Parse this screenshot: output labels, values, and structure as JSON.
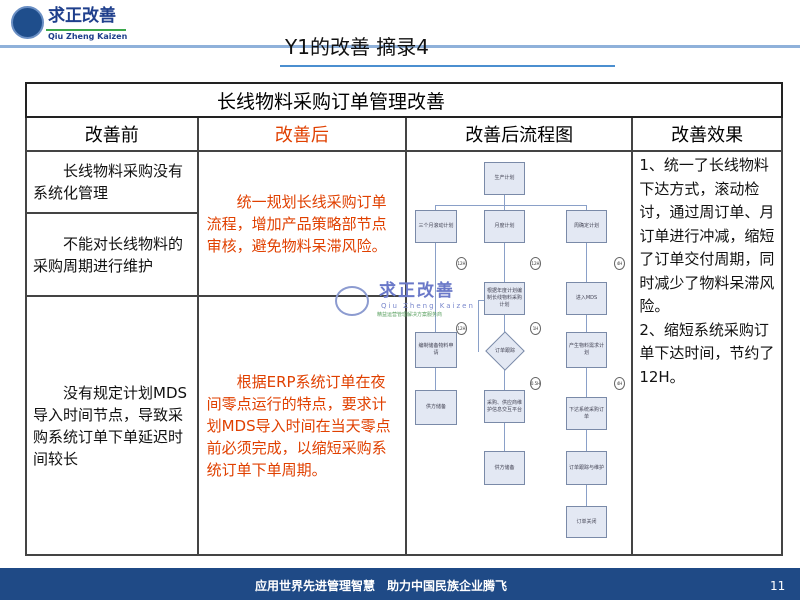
{
  "logo": {
    "cn": "求正改善",
    "en": "Qiu Zheng Kaizen"
  },
  "slide_title": "Y1的改善 摘录4",
  "table": {
    "title": "长线物料采购订单管理改善",
    "headers": [
      "改善前",
      "改善后",
      "改善后流程图",
      "改善效果"
    ],
    "before": [
      "长线物料采购没有系统化管理",
      "不能对长线物料的采购周期进行维护",
      "没有规定计划MDS导入时间节点，导致采购系统订单下单延迟时间较长"
    ],
    "after": [
      "统一规划长线采购订单流程，增加产品策略部节点审核，避免物料呆滞风险。",
      "根据ERP系统订单在夜间零点运行的特点，要求计划MDS导入时间在当天零点前必须完成，以缩短采购系统订单下单周期。"
    ],
    "effect": [
      "1、统一了长线物料下达方式，滚动检讨，通过周订单、月订单进行冲减，缩短了订单交付周期，同时减少了物料呆滞风险。",
      "2、缩短系统采购订单下达时间，节约了12H。"
    ]
  },
  "flowchart": {
    "boxes": [
      "生产计划",
      "三个月滚动计划",
      "月度计划",
      "周确定计划",
      "编制储备物料申请",
      "根据年度计划编制长线物料采购计划",
      "进入MDS",
      "订单跟踪",
      "产生物料需求计划",
      "供方储备",
      "采购、供应商维护信息交互平台",
      "下达系统采购订单",
      "供方储备",
      "订单跟踪与维护",
      "订单关闭"
    ],
    "badges": [
      "12H",
      "12H",
      "4H",
      "12H",
      "1H",
      "0.5H",
      "4H"
    ]
  },
  "watermark": {
    "cn": "求正改善",
    "en": "Qiu Zheng Kaizen",
    "sub": "精益运营管理解决方案服务商"
  },
  "footer": {
    "slogan": "应用世界先进管理智慧　助力中国民族企业腾飞",
    "page": "11"
  }
}
